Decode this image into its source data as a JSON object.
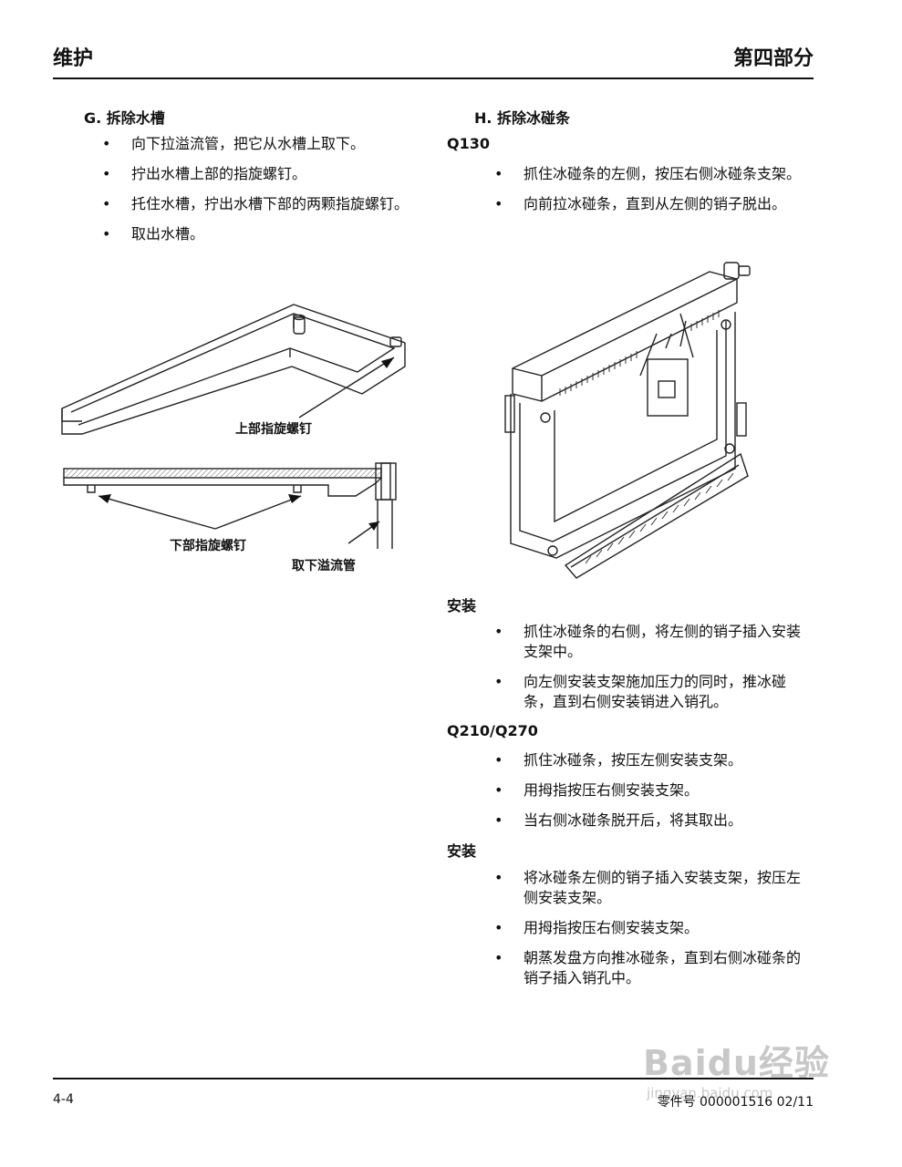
{
  "header": {
    "left": "维护",
    "right": "第四部分"
  },
  "footer": {
    "left": "4-4",
    "right": "零件号 000001516 02/11"
  },
  "sectionG": {
    "title": "G. 拆除水槽",
    "bullets": [
      "向下拉溢流管，把它从水槽上取下。",
      "拧出水槽上部的指旋螺钉。",
      "托住水槽，拧出水槽下部的两颗指旋螺钉。",
      "取出水槽。"
    ],
    "figure_labels": {
      "upper_screw": "上部指旋螺钉",
      "lower_screw": "下部指旋螺钉",
      "overflow_tube": "取下溢流管"
    }
  },
  "sectionH": {
    "title": "H. 拆除冰碰条",
    "q130": {
      "heading": "Q130",
      "bullets": [
        "抓住冰碰条的左侧，按压右侧冰碰条支架。",
        "向前拉冰碰条，直到从左侧的销子脱出。"
      ]
    },
    "install1": {
      "heading": "安装",
      "bullets": [
        "抓住冰碰条的右侧，将左侧的销子插入安装支架中。",
        "向左侧安装支架施加压力的同时，推冰碰条，直到右侧安装销进入销孔。"
      ]
    },
    "q210": {
      "heading": "Q210/Q270",
      "bullets": [
        "抓住冰碰条，按压左侧安装支架。",
        "用拇指按压右侧安装支架。",
        "当右侧冰碰条脱开后，将其取出。"
      ]
    },
    "install2": {
      "heading": "安装",
      "bullets": [
        "将冰碰条左侧的销子插入安装支架，按压左侧安装支架。",
        "用拇指按压右侧安装支架。",
        "朝蒸发盘方向推冰碰条，直到右侧冰碰条的销子插入销孔中。"
      ]
    }
  },
  "watermark": {
    "main": "Baidu经验",
    "sub": "jingyan.baidu.com"
  }
}
